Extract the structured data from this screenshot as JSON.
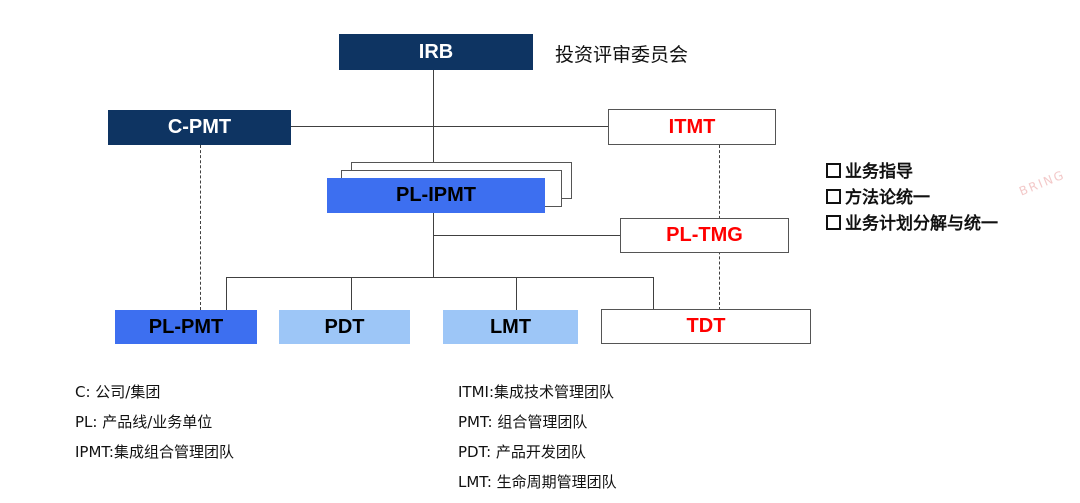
{
  "diagram": {
    "nodes": {
      "irb": "IRB",
      "irb_desc": "投资评审委员会",
      "cpmt": "C-PMT",
      "itmt": "ITMT",
      "plipmt": "PL-IPMT",
      "pltmg": "PL-TMG",
      "plpmt": "PL-PMT",
      "pdt": "PDT",
      "lmt": "LMT",
      "tdt": "TDT"
    },
    "side_notes": [
      "业务指导",
      "方法论统一",
      "业务计划分解与统一"
    ],
    "watermark": "BRING",
    "legend_left": [
      "C:   公司/集团",
      "PL: 产品线/业务单位",
      "IPMT:集成组合管理团队"
    ],
    "legend_right": [
      "ITMI:集成技术管理团队",
      "PMT: 组合管理团队",
      "PDT: 产品开发团队",
      "LMT:  生命周期管理团队"
    ],
    "colors": {
      "navy": "#0e3462",
      "blue": "#3d6ff0",
      "light_blue": "#9dc6f7",
      "red_text": "#ff0000"
    }
  }
}
